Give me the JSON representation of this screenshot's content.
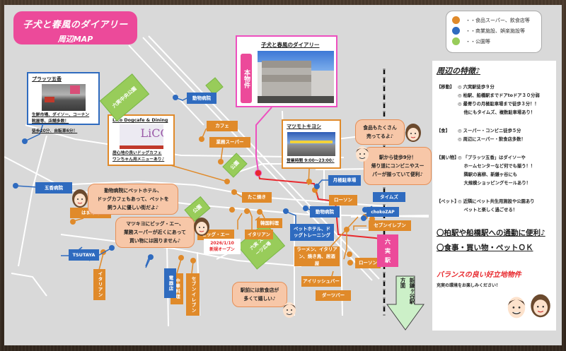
{
  "title": {
    "line1": "子犬と春風のダイアリー",
    "line2": "周辺MAP"
  },
  "colors": {
    "food": "#e08a2a",
    "commercial": "#2f6bbf",
    "park": "#98cc5a",
    "accent_pink": "#ec4a9a",
    "route_pink": "#ee4fbf",
    "route_red": "#e8282d"
  },
  "legend": [
    {
      "color": "#e08a2a",
      "label": "・・食品スーパー、飲食店等",
      "icon": "orange-circle-icon"
    },
    {
      "color": "#2f6bbf",
      "label": "・・商業施設、娯楽施設等",
      "icon": "blue-circle-icon"
    },
    {
      "color": "#98cc5a",
      "label": "・・公園等",
      "icon": "green-circle-icon"
    }
  ],
  "property": {
    "badge": "本物件",
    "name": "子犬と春風のダイアリー"
  },
  "cards": {
    "plats": {
      "title": "プラッツ五香",
      "lines": [
        "生鮮市場、ダイソー、コーナン",
        "靴屋等、店舗多数！",
        "",
        "徒歩20分、自転車6分！"
      ]
    },
    "lico": {
      "title": "Lico Dogcafe & Dining",
      "lines": [
        "居心地の良いドッグカフェ",
        "ワンちゃん用メニューあり♪"
      ]
    },
    "matsukiyo": {
      "title": "マツモトキヨシ",
      "hours": "営業時間 9:00～23:00♪"
    }
  },
  "parks": {
    "central": "六実中央公園",
    "park_a": "公園",
    "park_b": "公園",
    "sports": "六実 スポーツ広場"
  },
  "labels": {
    "animal_hospital_1": "動物病院",
    "cafe": "カフェ",
    "gyomu_super": "業務スーパー",
    "takoyaki": "たこ焼き",
    "goko_hospital": "五香病院",
    "hama_sushi": "はま寿司",
    "tsutaya": "TSUTAYA",
    "italian_1": "イタリアン",
    "denkiten": "電器店",
    "chinese": "中華料理",
    "seven_1": "セブンイレブン",
    "big_a": "ビッグ・エー",
    "korean": "韓国料理",
    "italian_2": "イタリアン",
    "monthly_parking": "月極駐車場",
    "lawson_1": "ローソン",
    "animal_hospital_2": "動物病院",
    "pet_hotel": "ペットホテル、ドッグトレーニング",
    "ramen": "ラーメン、イタリアン、焼き鳥、居酒屋",
    "irish_bar": "アイリッシュバー",
    "darts_bar": "ダーツバー",
    "lawson_2": "ローソン",
    "times": "タイムズ",
    "chokozap": "chokoZAP",
    "seven_2": "セブンイレブン"
  },
  "opening": {
    "date": "2026/1/10",
    "text": "新規オープン"
  },
  "station": {
    "name": "六実駅",
    "chars": [
      "六",
      "実",
      "駅"
    ]
  },
  "direction": {
    "line1": "新鎌ヶ谷駅",
    "line2": "方面"
  },
  "bubbles": {
    "pet_town": [
      "動物病院にペットホテル、",
      "ドッグカフェもあって、ペットを",
      "飼う人に優しい街だよ♪"
    ],
    "shopping": [
      "マツキヨにビッグ・エー、",
      "業務スーパーが近くにあって",
      "買い物には困りません♪"
    ],
    "food": [
      "食品もたくさん",
      "売ってるよ♪"
    ],
    "walk": [
      "駅から徒歩9分！",
      "帰り道にコンビニやスー",
      "パーが揃っていて便利♪"
    ],
    "station_front": [
      "駅前には飲食店が",
      "多くて嬉しい♪"
    ]
  },
  "features": {
    "title": "周辺の特徴♪",
    "sections": [
      {
        "label": "【移動】",
        "items": [
          "◎ 六実駅徒歩９分",
          "◎ 柏駅、船橋駅までドアtoドア３０分弱",
          "◎ 最寄りの月極駐車場まで徒歩３分！！",
          "　 他にもタイムズ、複数駐車場あり！"
        ]
      },
      {
        "label": "【食】",
        "items": [
          "◎ スーパー・コンビニ徒歩５分",
          "◎ 周辺にスーパー・飲食店多数！"
        ]
      },
      {
        "label": "【買い物】",
        "items": [
          "◎ 「プラッツ五香」はダイソーや",
          "　 ホームセンターなど何でも揃う！！",
          "　 隣駅の高柳、新鎌ヶ谷にも",
          "　 大規模ショッピングモールあり！"
        ]
      },
      {
        "label": "【ペット】",
        "items": [
          "◎ 近隣にペット共生用施設や公園あり",
          "　 ペットと楽しく過ごせる！"
        ]
      }
    ],
    "highlight_1": "〇柏駅や船橋駅への通勤に便利♪",
    "highlight_2": "〇食事・買い物・ペットＯＫ",
    "tagline": "バランスの良い好立地物件",
    "closing": "充実の環境をお楽しみください！"
  }
}
